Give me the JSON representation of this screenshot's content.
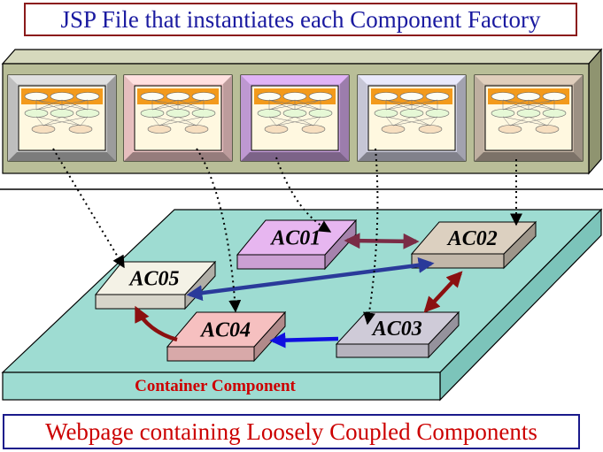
{
  "header": {
    "title": "JSP File that instantiates each Component Factory"
  },
  "footer": {
    "title": "Webpage containing Loosely Coupled Components"
  },
  "container": {
    "label": "Container Component"
  },
  "components": [
    {
      "id": "AC01",
      "label": "AC01",
      "color": "#e7b6f0"
    },
    {
      "id": "AC02",
      "label": "AC02",
      "color": "#dcd0c0"
    },
    {
      "id": "AC03",
      "label": "AC03",
      "color": "#cfcbd8"
    },
    {
      "id": "AC04",
      "label": "AC04",
      "color": "#f6c0c0"
    },
    {
      "id": "AC05",
      "label": "AC05",
      "color": "#f4f2e6"
    }
  ],
  "factory_frames": [
    {
      "tint": "#c8c8c8"
    },
    {
      "tint": "#f2c8c8"
    },
    {
      "tint": "#c8a0dc"
    },
    {
      "tint": "#d0d0e0"
    },
    {
      "tint": "#c8b8a8"
    }
  ],
  "colors": {
    "platform": "#9edcd2",
    "platform_side": "#7cc4ba",
    "shelf_front": "#b9be98",
    "shelf_top": "#d6d9bd",
    "arrow_maroon": "#7a2c46",
    "arrow_darkred": "#8b1010",
    "arrow_navy": "#2a3a9a",
    "arrow_blue": "#1010e0",
    "label_red": "#cc0000"
  }
}
